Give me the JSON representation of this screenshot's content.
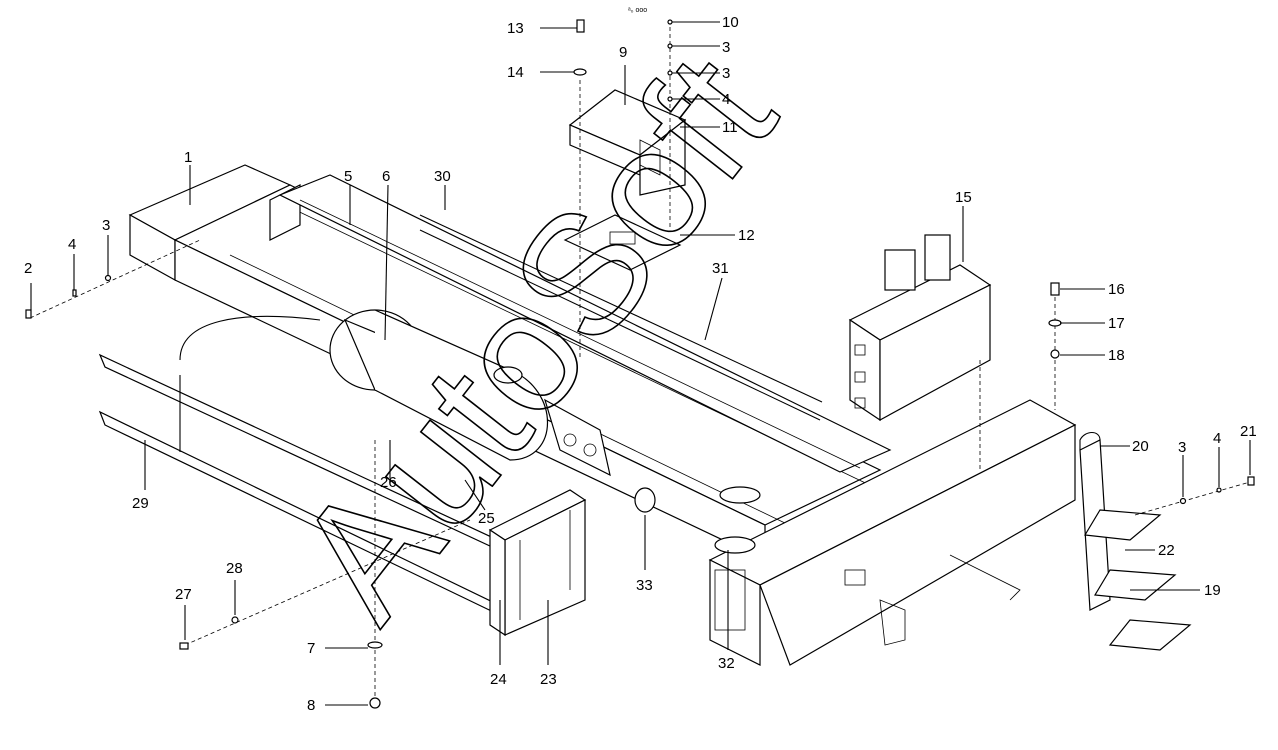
{
  "watermark": "AutoSoft",
  "header_code": "ᵃ₀ ooo",
  "callouts": [
    {
      "id": "1",
      "label": "1"
    },
    {
      "id": "2",
      "label": "2"
    },
    {
      "id": "3a",
      "label": "3"
    },
    {
      "id": "4a",
      "label": "4"
    },
    {
      "id": "5",
      "label": "5"
    },
    {
      "id": "6",
      "label": "6"
    },
    {
      "id": "30",
      "label": "30"
    },
    {
      "id": "9",
      "label": "9"
    },
    {
      "id": "13",
      "label": "13"
    },
    {
      "id": "14",
      "label": "14"
    },
    {
      "id": "10",
      "label": "10"
    },
    {
      "id": "3b",
      "label": "3"
    },
    {
      "id": "3c",
      "label": "3"
    },
    {
      "id": "4b",
      "label": "4"
    },
    {
      "id": "11",
      "label": "11"
    },
    {
      "id": "12",
      "label": "12"
    },
    {
      "id": "31",
      "label": "31"
    },
    {
      "id": "15",
      "label": "15"
    },
    {
      "id": "16",
      "label": "16"
    },
    {
      "id": "17",
      "label": "17"
    },
    {
      "id": "18",
      "label": "18"
    },
    {
      "id": "20",
      "label": "20"
    },
    {
      "id": "3d",
      "label": "3"
    },
    {
      "id": "4c",
      "label": "4"
    },
    {
      "id": "21",
      "label": "21"
    },
    {
      "id": "22",
      "label": "22"
    },
    {
      "id": "19",
      "label": "19"
    },
    {
      "id": "29",
      "label": "29"
    },
    {
      "id": "26",
      "label": "26"
    },
    {
      "id": "25",
      "label": "25"
    },
    {
      "id": "28",
      "label": "28"
    },
    {
      "id": "27",
      "label": "27"
    },
    {
      "id": "7",
      "label": "7"
    },
    {
      "id": "8",
      "label": "8"
    },
    {
      "id": "24",
      "label": "24"
    },
    {
      "id": "23",
      "label": "23"
    },
    {
      "id": "33",
      "label": "33"
    },
    {
      "id": "32",
      "label": "32"
    }
  ]
}
